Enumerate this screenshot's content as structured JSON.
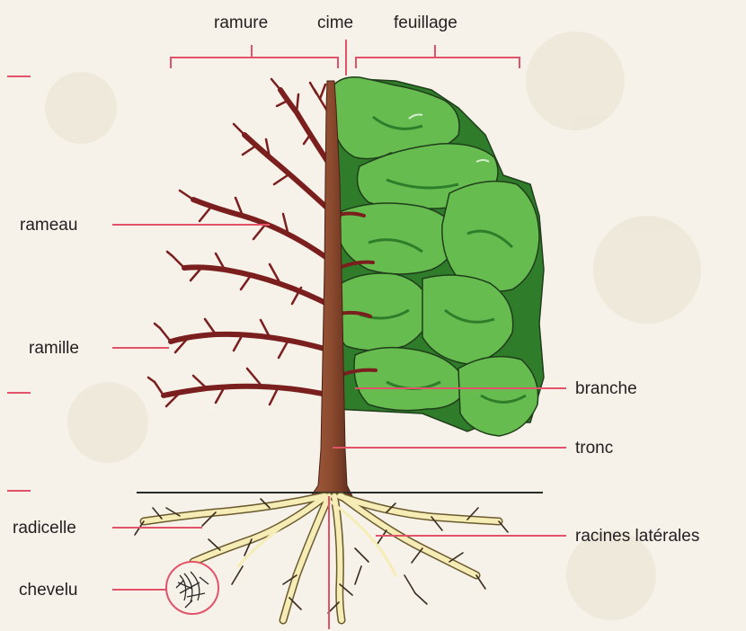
{
  "labels": {
    "ramure": "ramure",
    "cime": "cime",
    "feuillage": "feuillage",
    "rameau": "rameau",
    "ramille": "ramille",
    "branche": "branche",
    "tronc": "tronc",
    "radicelle": "radicelle",
    "chevelu": "chevelu",
    "racines_laterales": "racines latérales"
  },
  "colors": {
    "background": "#f6f2e9",
    "leader_line": "#e2536a",
    "branch": "#7a1e1e",
    "trunk": "#8b4a2e",
    "foliage_light": "#66bc4f",
    "foliage_dark": "#2f7d2a",
    "roots": "#f5ecb6",
    "ground_line": "#2a2a2a"
  }
}
